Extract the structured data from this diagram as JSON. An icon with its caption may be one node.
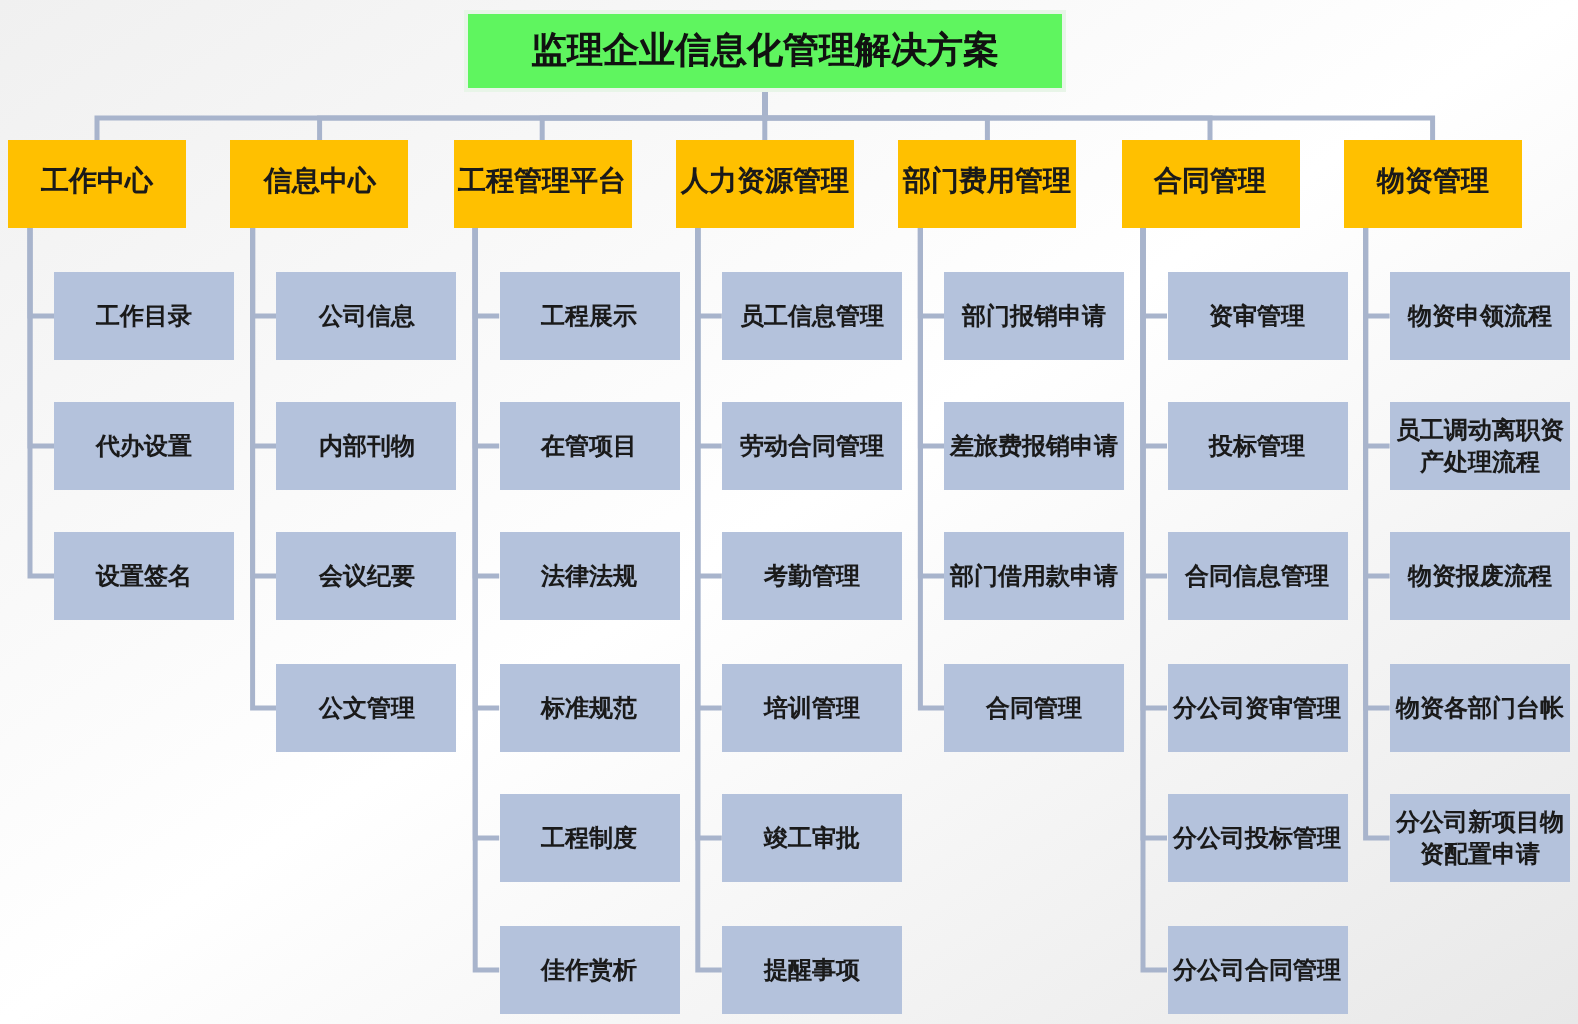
{
  "diagram": {
    "nodes": [
      {
        "text": [
          "监理企业信息化管理解决方案"
        ]
      },
      {
        "text": [
          "工作中心"
        ]
      },
      {
        "text": [
          "信息中心"
        ]
      },
      {
        "text": [
          "工程管理平台"
        ]
      },
      {
        "text": [
          "人力资源管理"
        ]
      },
      {
        "text": [
          "部门费用管理"
        ]
      },
      {
        "text": [
          "合同管理"
        ]
      },
      {
        "text": [
          "物资管理"
        ]
      },
      {
        "text": [
          "工作目录"
        ]
      },
      {
        "text": [
          "代办设置"
        ]
      },
      {
        "text": [
          "设置签名"
        ]
      },
      {
        "text": [
          "公司信息"
        ]
      },
      {
        "text": [
          "内部刊物"
        ]
      },
      {
        "text": [
          "会议纪要"
        ]
      },
      {
        "text": [
          "公文管理"
        ]
      },
      {
        "text": [
          "工程展示"
        ]
      },
      {
        "text": [
          "在管项目"
        ]
      },
      {
        "text": [
          "法律法规"
        ]
      },
      {
        "text": [
          "标准规范"
        ]
      },
      {
        "text": [
          "工程制度"
        ]
      },
      {
        "text": [
          "佳作赏析"
        ]
      },
      {
        "text": [
          "员工信息管理"
        ]
      },
      {
        "text": [
          "劳动合同管理"
        ]
      },
      {
        "text": [
          "考勤管理"
        ]
      },
      {
        "text": [
          "培训管理"
        ]
      },
      {
        "text": [
          "竣工审批"
        ]
      },
      {
        "text": [
          "提醒事项"
        ]
      },
      {
        "text": [
          "部门报销申请"
        ]
      },
      {
        "text": [
          "差旅费报销申请"
        ]
      },
      {
        "text": [
          "部门借用款申请"
        ]
      },
      {
        "text": [
          "合同管理"
        ]
      },
      {
        "text": [
          "资审管理"
        ]
      },
      {
        "text": [
          "投标管理"
        ]
      },
      {
        "text": [
          "合同信息管理"
        ]
      },
      {
        "text": [
          "分公司资审管理"
        ]
      },
      {
        "text": [
          "分公司投标管理"
        ]
      },
      {
        "text": [
          "分公司合同管理"
        ]
      },
      {
        "text": [
          "物资申领流程"
        ]
      },
      {
        "text": [
          "员工调动离职资产处理流程"
        ]
      },
      {
        "text": [
          "物资报废流程"
        ]
      },
      {
        "text": [
          "物资各部门台帐"
        ]
      },
      {
        "text": [
          "分公司新项目物资配置申请"
        ]
      }
    ],
    "edges": [
      {
        "from": 0,
        "to": 1,
        "arrow": "none"
      },
      {
        "from": 0,
        "to": 2,
        "arrow": "none"
      },
      {
        "from": 0,
        "to": 3,
        "arrow": "none"
      },
      {
        "from": 0,
        "to": 4,
        "arrow": "none"
      },
      {
        "from": 0,
        "to": 5,
        "arrow": "none"
      },
      {
        "from": 0,
        "to": 6,
        "arrow": "none"
      },
      {
        "from": 0,
        "to": 7,
        "arrow": "none"
      },
      {
        "from": 1,
        "to": 8,
        "arrow": "none"
      },
      {
        "from": 1,
        "to": 9,
        "arrow": "none"
      },
      {
        "from": 1,
        "to": 10,
        "arrow": "none"
      },
      {
        "from": 2,
        "to": 11,
        "arrow": "none"
      },
      {
        "from": 2,
        "to": 12,
        "arrow": "none"
      },
      {
        "from": 2,
        "to": 13,
        "arrow": "none"
      },
      {
        "from": 2,
        "to": 14,
        "arrow": "none"
      },
      {
        "from": 3,
        "to": 15,
        "arrow": "none"
      },
      {
        "from": 3,
        "to": 16,
        "arrow": "none"
      },
      {
        "from": 3,
        "to": 17,
        "arrow": "none"
      },
      {
        "from": 3,
        "to": 18,
        "arrow": "none"
      },
      {
        "from": 3,
        "to": 19,
        "arrow": "none"
      },
      {
        "from": 3,
        "to": 20,
        "arrow": "none"
      },
      {
        "from": 4,
        "to": 21,
        "arrow": "none"
      },
      {
        "from": 4,
        "to": 22,
        "arrow": "none"
      },
      {
        "from": 4,
        "to": 23,
        "arrow": "none"
      },
      {
        "from": 4,
        "to": 24,
        "arrow": "none"
      },
      {
        "from": 4,
        "to": 25,
        "arrow": "none"
      },
      {
        "from": 4,
        "to": 26,
        "arrow": "none"
      },
      {
        "from": 5,
        "to": 27,
        "arrow": "none"
      },
      {
        "from": 5,
        "to": 28,
        "arrow": "none"
      },
      {
        "from": 5,
        "to": 29,
        "arrow": "none"
      },
      {
        "from": 5,
        "to": 30,
        "arrow": "none"
      },
      {
        "from": 6,
        "to": 31,
        "arrow": "none"
      },
      {
        "from": 6,
        "to": 32,
        "arrow": "none"
      },
      {
        "from": 6,
        "to": 33,
        "arrow": "none"
      },
      {
        "from": 6,
        "to": 34,
        "arrow": "none"
      },
      {
        "from": 6,
        "to": 35,
        "arrow": "none"
      },
      {
        "from": 6,
        "to": 36,
        "arrow": "none"
      },
      {
        "from": 7,
        "to": 37,
        "arrow": "none"
      },
      {
        "from": 7,
        "to": 38,
        "arrow": "none"
      },
      {
        "from": 7,
        "to": 39,
        "arrow": "none"
      },
      {
        "from": 7,
        "to": 40,
        "arrow": "none"
      },
      {
        "from": 7,
        "to": 41,
        "arrow": "none"
      }
    ]
  }
}
